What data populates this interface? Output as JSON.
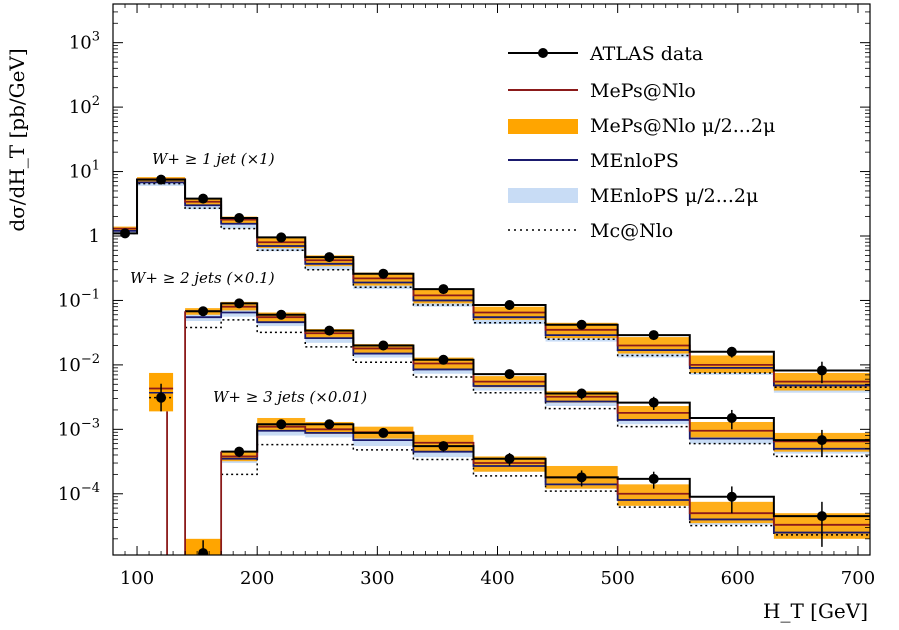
{
  "chart_data": {
    "type": "step-histogram",
    "ylabel": "dσ/dH_T [pb/GeV]",
    "xlabel": "H_T [GeV]",
    "xlim": [
      80,
      710
    ],
    "ylim_log10": [
      -4.95,
      3.6
    ],
    "yscale": "log",
    "x_ticks": [
      100,
      200,
      300,
      400,
      500,
      600,
      700
    ],
    "y_ticks": [
      {
        "exp": 3,
        "label": "10^3"
      },
      {
        "exp": 2,
        "label": "10^2"
      },
      {
        "exp": 1,
        "label": "10^1"
      },
      {
        "exp": 0,
        "label": "1"
      },
      {
        "exp": -1,
        "label": "10^-1"
      },
      {
        "exp": -2,
        "label": "10^-2"
      },
      {
        "exp": -3,
        "label": "10^-3"
      },
      {
        "exp": -4,
        "label": "10^-4"
      }
    ],
    "legend": [
      {
        "label": "ATLAS data",
        "style": "data"
      },
      {
        "label": "MePs@Nlo",
        "style": "line",
        "color": "#8b1a1a"
      },
      {
        "label": "MePs@Nlo μ/2...2μ",
        "style": "band",
        "color": "#ffa500"
      },
      {
        "label": "MEnloPS",
        "style": "line",
        "color": "#1a1a6e"
      },
      {
        "label": "MEnloPS μ/2...2μ",
        "style": "band",
        "color": "#c8dcf5"
      },
      {
        "label": "Mc@Nlo",
        "style": "dotted",
        "color": "#000000"
      }
    ],
    "legend_placement": "top-right",
    "annotations": [
      {
        "text": "W+ ≥ 1 jet (×1)"
      },
      {
        "text": "W+ ≥ 2 jets (×0.1)"
      },
      {
        "text": "W+ ≥ 3 jets (×0.01)"
      }
    ],
    "groups": [
      {
        "name": "W+ ≥ 1 jet (×1)",
        "edges": [
          80,
          100,
          140,
          170,
          200,
          240,
          280,
          330,
          380,
          440,
          500,
          560,
          630,
          710
        ],
        "data": [
          1.1,
          7.5,
          3.8,
          1.9,
          0.95,
          0.47,
          0.26,
          0.15,
          0.085,
          0.042,
          0.029,
          0.016,
          0.0082
        ],
        "data_err": [
          0.12,
          0.5,
          0.25,
          0.12,
          0.06,
          0.03,
          0.02,
          0.012,
          0.007,
          0.004,
          0.004,
          0.003,
          0.003
        ],
        "meps": [
          1.3,
          7.6,
          3.4,
          1.8,
          0.8,
          0.42,
          0.22,
          0.12,
          0.065,
          0.035,
          0.02,
          0.01,
          0.0055
        ],
        "meps_band": [
          [
            1.2,
            1.4
          ],
          [
            6.8,
            8.2
          ],
          [
            3.0,
            3.8
          ],
          [
            1.55,
            2.0
          ],
          [
            0.65,
            0.95
          ],
          [
            0.34,
            0.5
          ],
          [
            0.17,
            0.27
          ],
          [
            0.09,
            0.15
          ],
          [
            0.05,
            0.08
          ],
          [
            0.026,
            0.045
          ],
          [
            0.015,
            0.027
          ],
          [
            0.0075,
            0.014
          ],
          [
            0.004,
            0.0075
          ]
        ],
        "menlops": [
          1.2,
          6.8,
          3.0,
          1.55,
          0.7,
          0.37,
          0.19,
          0.1,
          0.055,
          0.029,
          0.017,
          0.009,
          0.0048
        ],
        "menlops_band": [
          [
            1.1,
            1.3
          ],
          [
            6.0,
            7.5
          ],
          [
            2.6,
            3.3
          ],
          [
            1.3,
            1.75
          ],
          [
            0.58,
            0.82
          ],
          [
            0.3,
            0.43
          ],
          [
            0.15,
            0.22
          ],
          [
            0.08,
            0.12
          ],
          [
            0.043,
            0.065
          ],
          [
            0.023,
            0.035
          ],
          [
            0.013,
            0.02
          ],
          [
            0.007,
            0.011
          ],
          [
            0.0037,
            0.0058
          ]
        ],
        "mcnlo": [
          1.1,
          6.5,
          2.7,
          1.3,
          0.6,
          0.3,
          0.16,
          0.085,
          0.045,
          0.025,
          0.014,
          0.0075,
          0.0045
        ]
      },
      {
        "name": "W+ ≥ 2 jets (×0.1)",
        "edges": [
          140,
          170,
          200,
          240,
          280,
          330,
          380,
          440,
          500,
          560,
          630,
          710
        ],
        "data": [
          0.068,
          0.09,
          0.06,
          0.034,
          0.02,
          0.012,
          0.0072,
          0.0036,
          0.0026,
          0.0015,
          0.00068
        ],
        "data_err": [
          0.006,
          0.007,
          0.005,
          0.003,
          0.002,
          0.0012,
          0.001,
          0.0007,
          0.0006,
          0.0005,
          0.0003
        ],
        "meps": [
          0.068,
          0.08,
          0.055,
          0.031,
          0.018,
          0.0105,
          0.0055,
          0.0032,
          0.0018,
          0.00095,
          0.00065
        ],
        "meps_band": [
          [
            0.06,
            0.076
          ],
          [
            0.07,
            0.095
          ],
          [
            0.045,
            0.065
          ],
          [
            0.026,
            0.036
          ],
          [
            0.015,
            0.021
          ],
          [
            0.0085,
            0.013
          ],
          [
            0.0045,
            0.0067
          ],
          [
            0.0026,
            0.0039
          ],
          [
            0.0014,
            0.0023
          ],
          [
            0.00075,
            0.0013
          ],
          [
            0.00045,
            0.00088
          ]
        ],
        "menlops": [
          0.055,
          0.065,
          0.046,
          0.026,
          0.015,
          0.0085,
          0.0047,
          0.0027,
          0.0014,
          0.00072,
          0.0005
        ],
        "menlops_band": [
          [
            0.048,
            0.062
          ],
          [
            0.056,
            0.075
          ],
          [
            0.04,
            0.053
          ],
          [
            0.022,
            0.03
          ],
          [
            0.013,
            0.018
          ],
          [
            0.0073,
            0.01
          ],
          [
            0.004,
            0.0056
          ],
          [
            0.0023,
            0.0032
          ],
          [
            0.0012,
            0.0017
          ],
          [
            0.0006,
            0.00087
          ],
          [
            0.00042,
            0.0006
          ]
        ],
        "mcnlo": [
          0.038,
          0.05,
          0.032,
          0.019,
          0.011,
          0.0065,
          0.0037,
          0.0021,
          0.0011,
          0.0006,
          0.00038
        ]
      },
      {
        "name": "W+ ≥ 3 jets (×0.01)",
        "edges": [
          170,
          200,
          240,
          280,
          330,
          380,
          440,
          500,
          560,
          630,
          710
        ],
        "data": [
          0.00045,
          0.0012,
          0.0012,
          0.00088,
          0.00055,
          0.00035,
          0.00018,
          0.00017,
          9e-05,
          4.5e-05
        ],
        "data_err": [
          8e-05,
          0.00015,
          0.00012,
          0.0001,
          0.0001,
          8e-05,
          5e-05,
          5e-05,
          4e-05,
          3e-05
        ],
        "meps": [
          0.00038,
          0.0011,
          0.001,
          0.0009,
          0.00062,
          0.0003,
          0.00018,
          0.0001,
          5e-05,
          3.3e-05
        ],
        "meps_band": [
          [
            0.00032,
            0.00046
          ],
          [
            0.00095,
            0.0015
          ],
          [
            0.00085,
            0.0013
          ],
          [
            0.00072,
            0.0011
          ],
          [
            0.00045,
            0.00082
          ],
          [
            0.00022,
            0.00038
          ],
          [
            0.00012,
            0.00027
          ],
          [
            6.5e-05,
            0.00014
          ],
          [
            3.5e-05,
            7.5e-05
          ],
          [
            2e-05,
            5e-05
          ]
        ],
        "menlops": [
          0.00035,
          0.00095,
          0.00088,
          0.00068,
          0.00045,
          0.00027,
          0.00014,
          8e-05,
          4e-05,
          2.5e-05
        ],
        "menlops_band": [
          [
            0.0003,
            0.00042
          ],
          [
            0.0008,
            0.0011
          ],
          [
            0.00075,
            0.001
          ],
          [
            0.00055,
            0.0008
          ],
          [
            0.00037,
            0.00055
          ],
          [
            0.00022,
            0.00033
          ],
          [
            0.00012,
            0.00017
          ],
          [
            6.5e-05,
            0.0001
          ],
          [
            3.3e-05,
            5e-05
          ],
          [
            2.1e-05,
            3e-05
          ]
        ],
        "mcnlo": [
          0.0002,
          0.00058,
          0.00058,
          0.00048,
          0.00034,
          0.00019,
          0.00011,
          6.2e-05,
          3.2e-05,
          2.3e-05
        ]
      }
    ],
    "low_bins": [
      {
        "edges": [
          110,
          130
        ],
        "data": 0.0031,
        "data_err": [
          0.0012,
          0.002
        ],
        "meps_band": [
          0.0019,
          0.0075
        ],
        "meps": 0.0043,
        "mcnlo": 0.0031,
        "menlops": 0.0037,
        "vertical_drop": true
      },
      {
        "edges": [
          140,
          170
        ],
        "data": 1.2e-05,
        "data_err": [
          4e-06,
          7e-06
        ],
        "meps_band": [
          9e-06,
          2e-05
        ],
        "meps": 1.2e-05
      }
    ]
  }
}
